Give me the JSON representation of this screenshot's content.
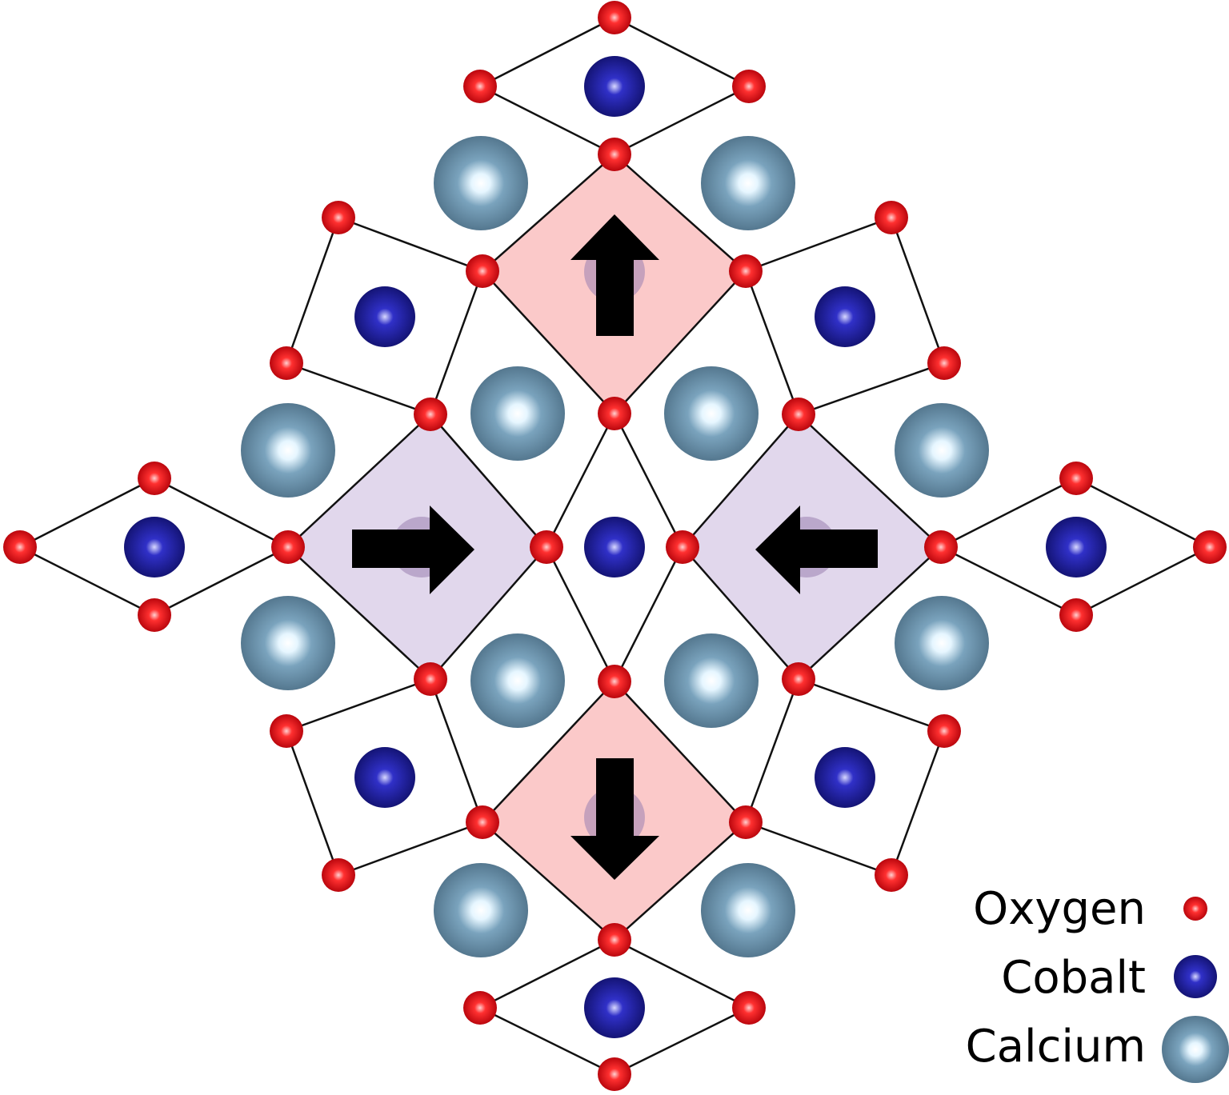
{
  "legend": {
    "oxygen": "Oxygen",
    "cobalt": "Cobalt",
    "calcium": "Calcium"
  },
  "colors": {
    "oxygen": "#e0141c",
    "cobalt": "#1c1c98",
    "calcium": "#6b93ad",
    "octahedron_pink": "#fbc9c9",
    "octahedron_purple": "#e1d7ec",
    "bond": "#111111",
    "arrow": "#000000"
  }
}
